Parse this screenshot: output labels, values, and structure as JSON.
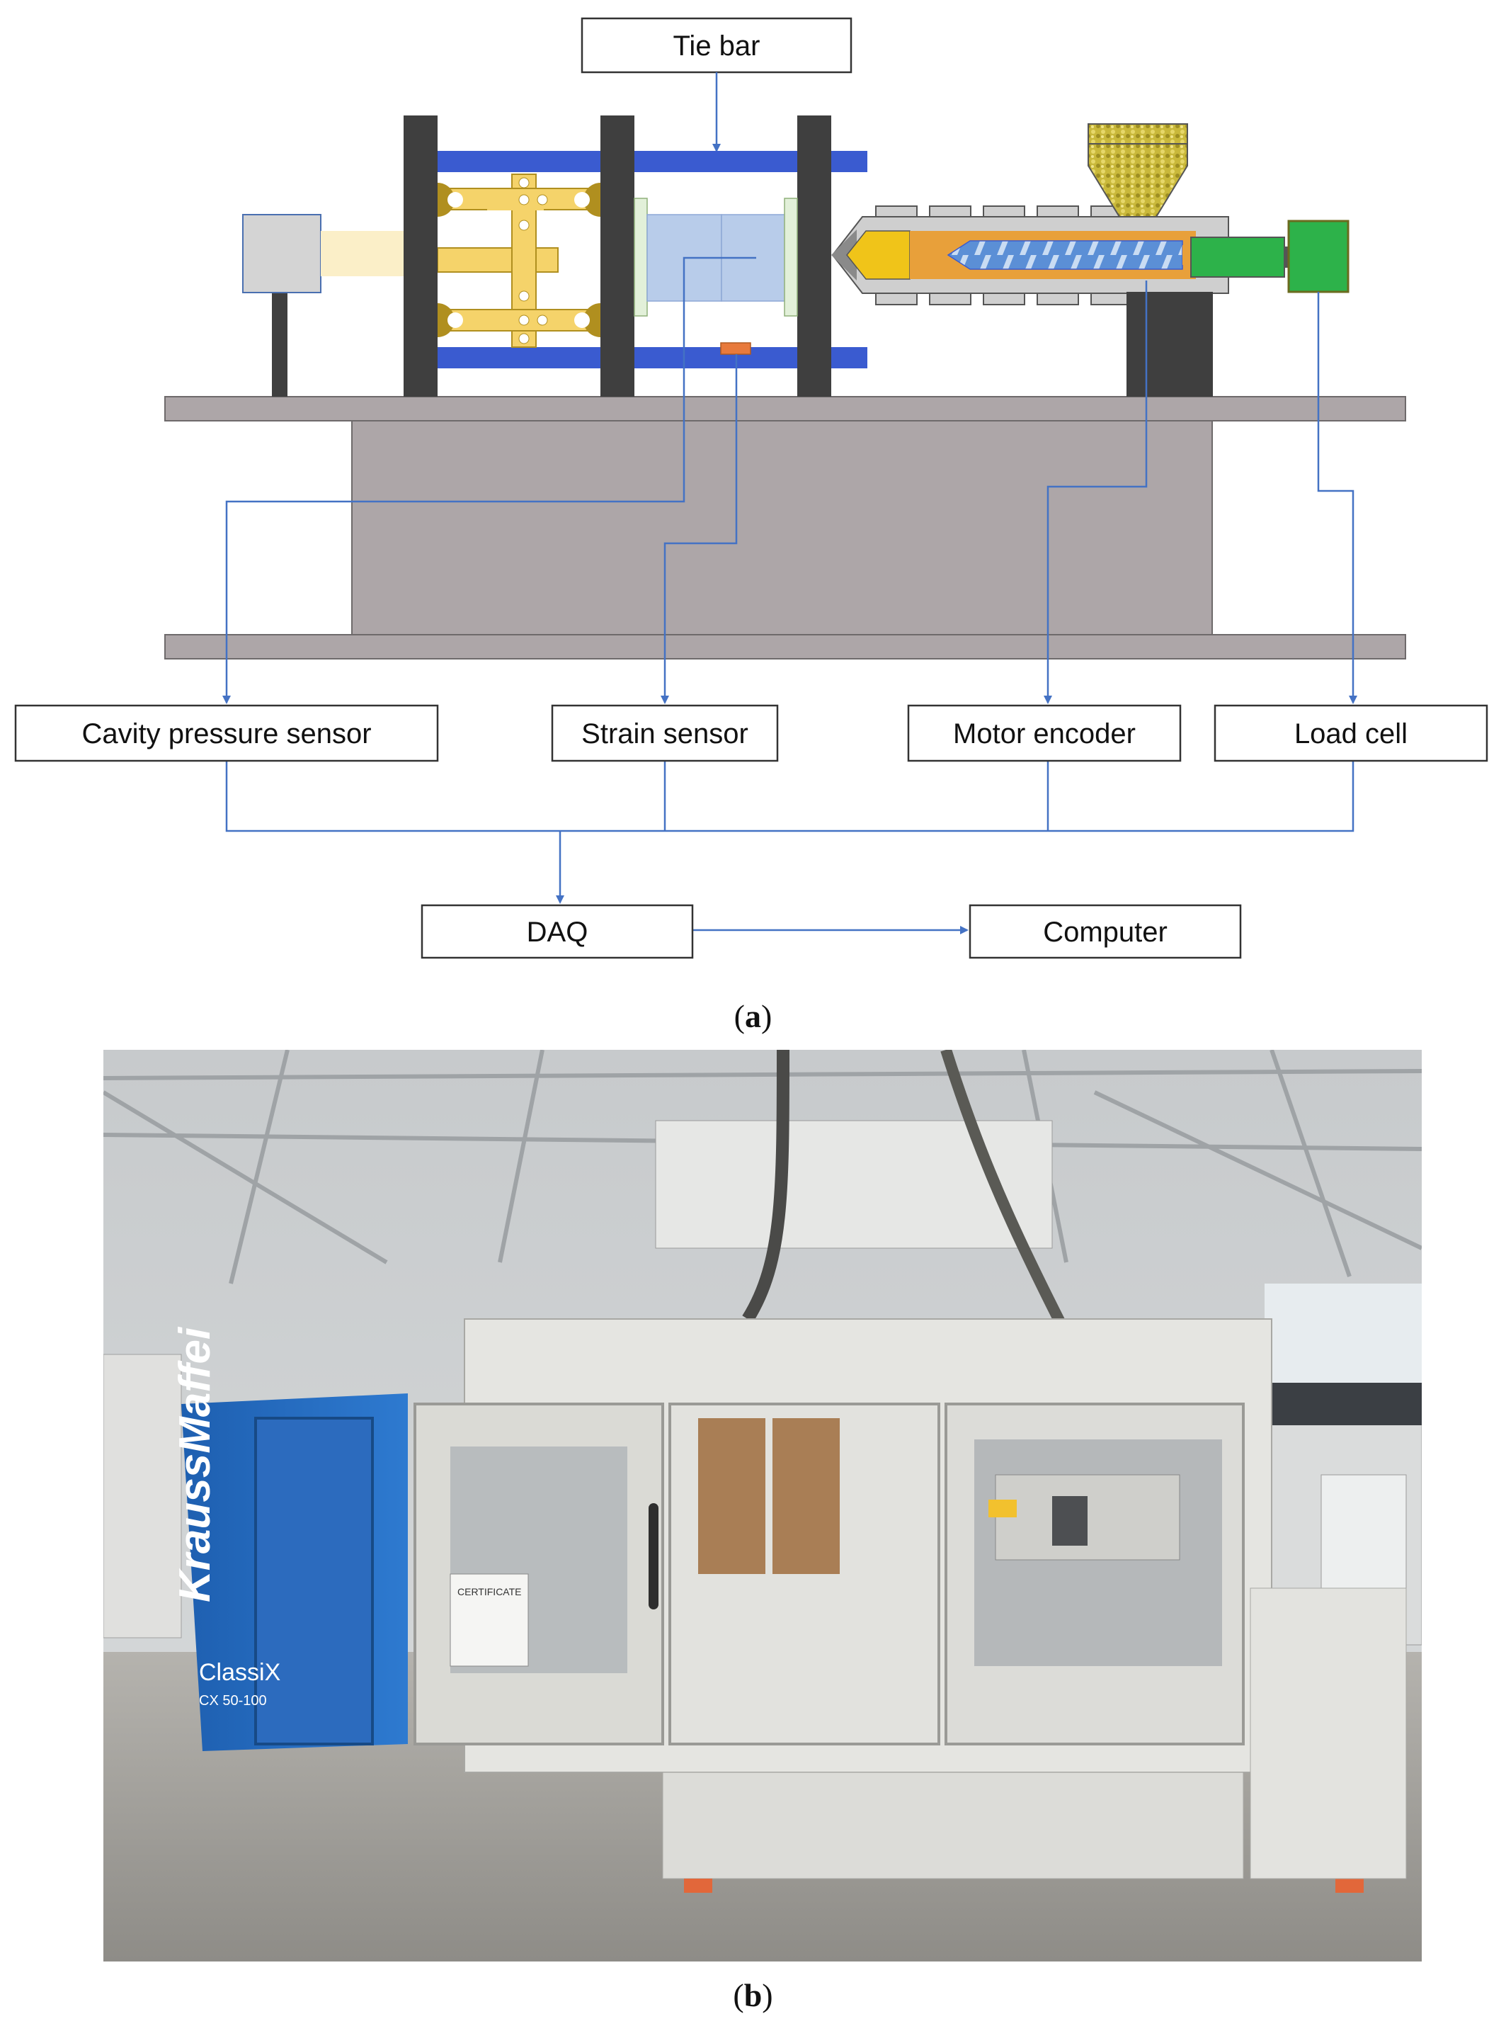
{
  "diagram": {
    "tie_bar_label": "Tie bar",
    "sensors": [
      {
        "label": "Cavity pressure sensor"
      },
      {
        "label": "Strain sensor"
      },
      {
        "label": "Motor encoder"
      },
      {
        "label": "Load cell"
      }
    ],
    "daq_label": "DAQ",
    "computer_label": "Computer",
    "colors": {
      "tie_bar": "#3A5BD0",
      "platen": "#3F3F3F",
      "base": "#ADA6A8",
      "toggle": "#F5D36A",
      "link_joint": "#B08F1F",
      "mold": "#B8CCEA",
      "barrel_gray": "#CFCFCF",
      "melt_yellow": "#F0C419",
      "melt_orange": "#E8A03A",
      "screw": "#5B8FD6",
      "motor_green": "#2DB24A",
      "strain_gauge": "#E87A3C",
      "wire": "#4472C4"
    }
  },
  "caption_a": "a",
  "photo": {
    "brand_text": "KraussMaffei",
    "model_text": "ClassiX",
    "model_sub_text": "CX 50-100",
    "certificate_text": "CERTIFICATE"
  },
  "caption_b": "b"
}
